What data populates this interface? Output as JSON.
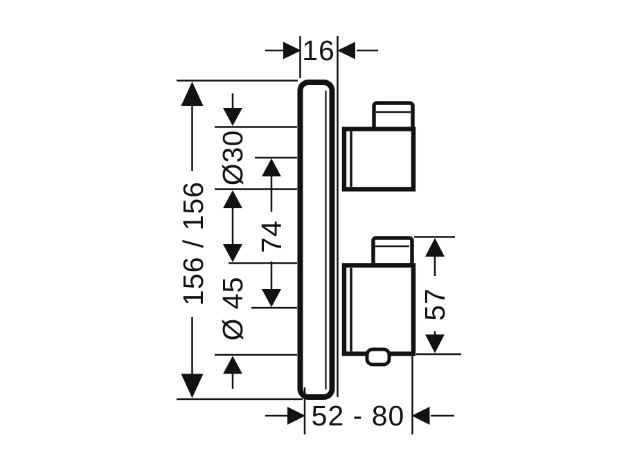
{
  "drawing": {
    "dimensions": {
      "plate_offset": "16",
      "plate_square": "156 / 156",
      "upper_handle_diameter": "Ø30",
      "handle_spacing": "74",
      "lower_handle_diameter": "Ø 45",
      "lower_handle_height": "57",
      "installation_depth": "52 - 80"
    },
    "colors": {
      "line": "#121212",
      "background": "#ffffff"
    }
  }
}
